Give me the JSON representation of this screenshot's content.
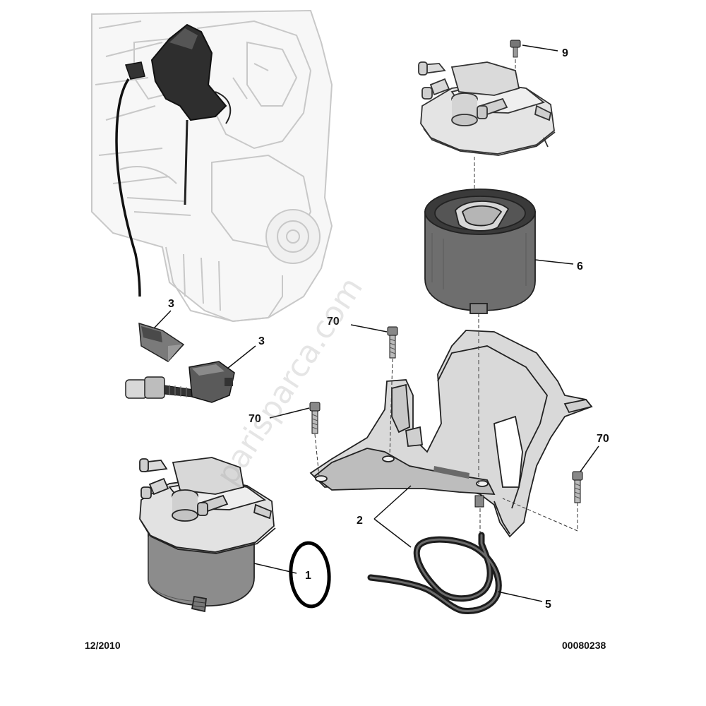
{
  "callouts": {
    "c9": "9",
    "c6": "6",
    "c3a": "3",
    "c3b": "3",
    "c70a": "70",
    "c70b": "70",
    "c70c": "70",
    "c2": "2",
    "c1": "1",
    "c5": "5"
  },
  "footer": {
    "date": "12/2010",
    "ref": "00080238"
  },
  "watermark": "parisparca.com",
  "colors": {
    "line": "#1a1a1a",
    "part_fill": "#e6e6e6",
    "part_dark": "#8a8a8a",
    "engine_line": "#cfcfcf",
    "black_parts": "#2a2a2a",
    "highlight": "#000000"
  }
}
